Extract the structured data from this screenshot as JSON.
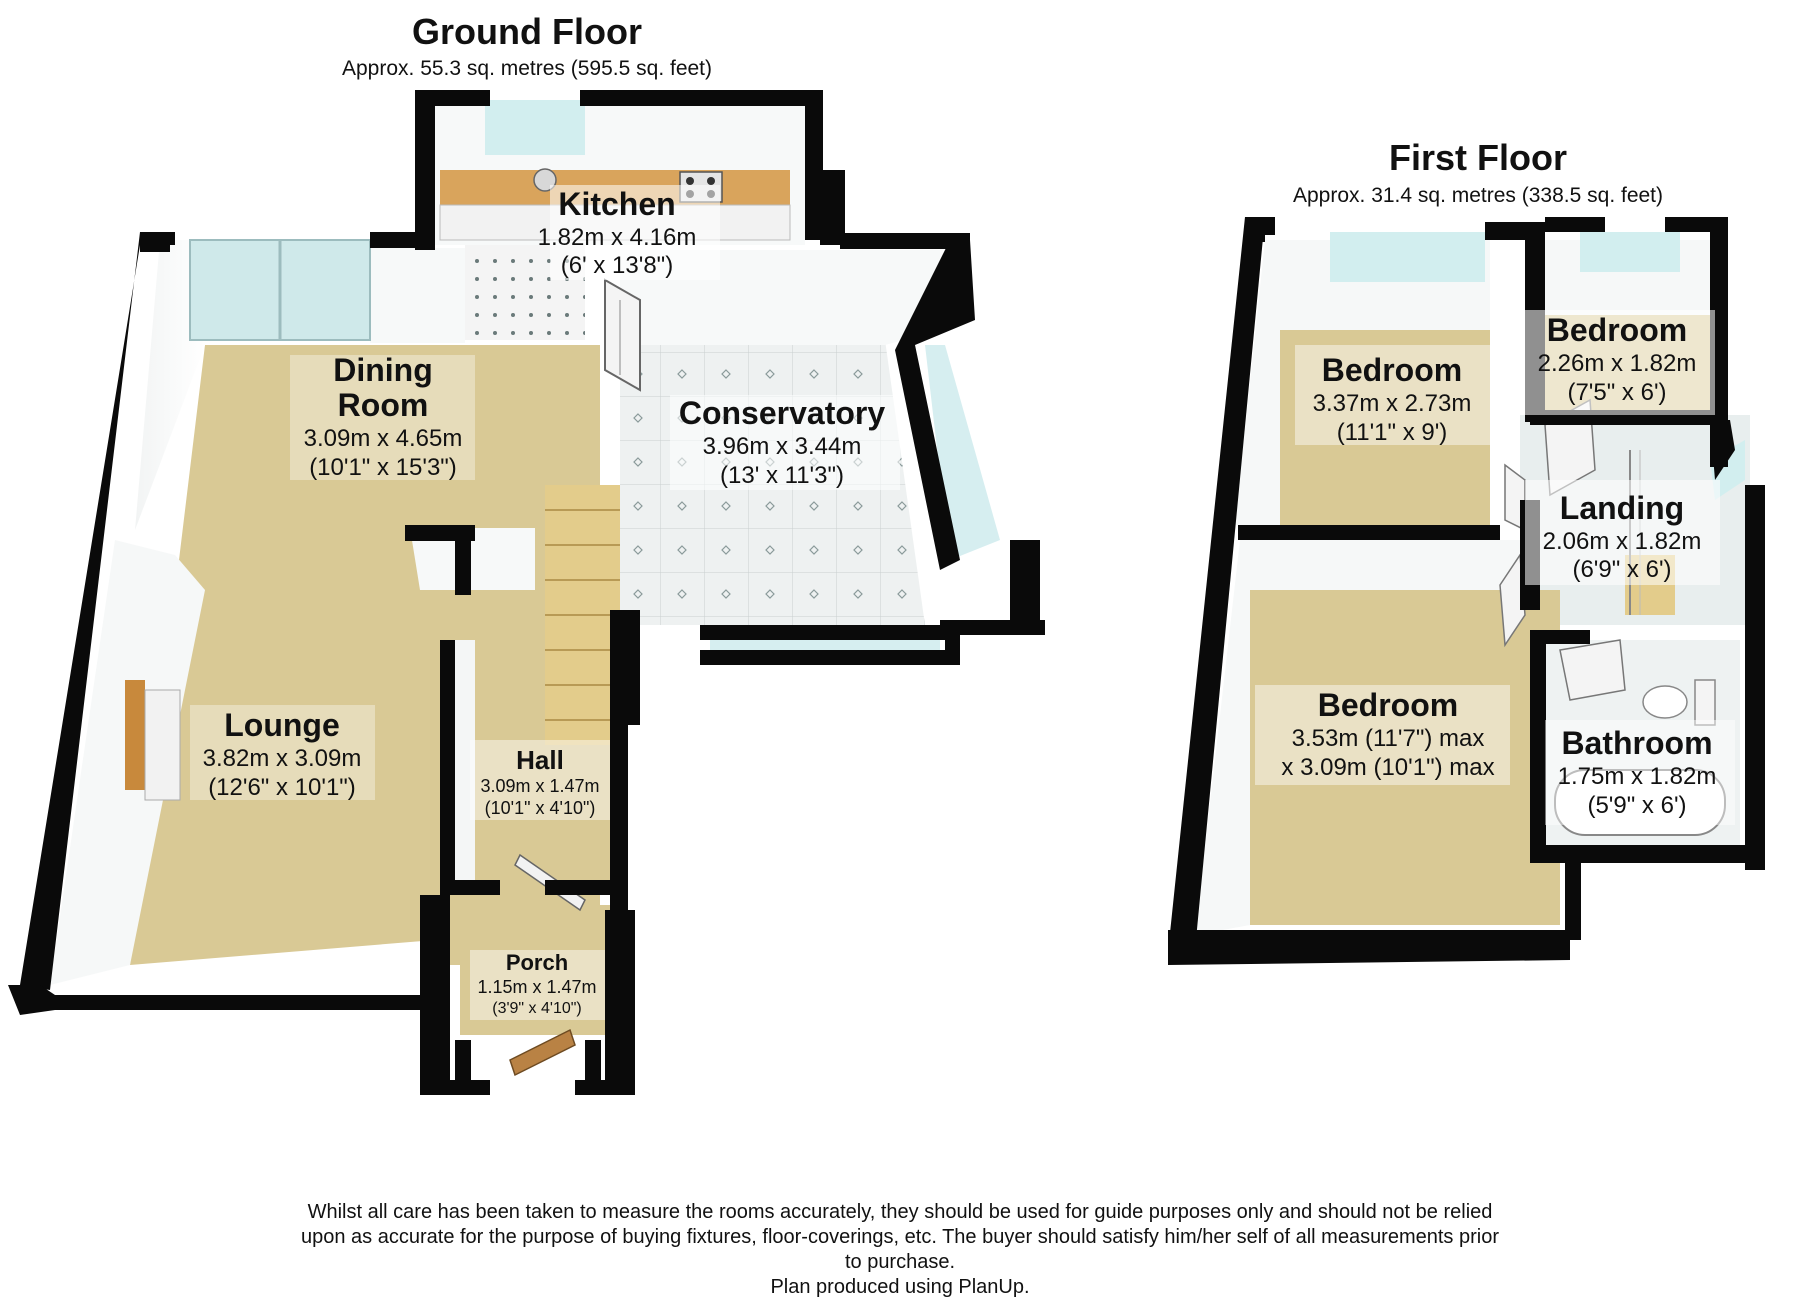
{
  "ground_floor": {
    "title": "Ground Floor",
    "area": "Approx. 55.3 sq. metres (595.5 sq. feet)",
    "rooms": {
      "kitchen": {
        "name": "Kitchen",
        "dim_m": "1.82m x 4.16m",
        "dim_ft": "(6' x 13'8\")"
      },
      "dining": {
        "name_1": "Dining",
        "name_2": "Room",
        "dim_m": "3.09m x 4.65m",
        "dim_ft": "(10'1\" x 15'3\")"
      },
      "conservatory": {
        "name": "Conservatory",
        "dim_m": "3.96m x 3.44m",
        "dim_ft": "(13' x 11'3\")"
      },
      "lounge": {
        "name": "Lounge",
        "dim_m": "3.82m x 3.09m",
        "dim_ft": "(12'6\" x 10'1\")"
      },
      "hall": {
        "name": "Hall",
        "dim_m": "3.09m x 1.47m",
        "dim_ft": "(10'1\" x 4'10\")"
      },
      "porch": {
        "name": "Porch",
        "dim_m": "1.15m x 1.47m",
        "dim_ft": "(3'9\" x 4'10\")"
      }
    }
  },
  "first_floor": {
    "title": "First Floor",
    "area": "Approx. 31.4 sq. metres (338.5 sq. feet)",
    "rooms": {
      "bedroom_1": {
        "name": "Bedroom",
        "dim_m": "3.37m x 2.73m",
        "dim_ft": "(11'1\" x 9')"
      },
      "bedroom_2": {
        "name": "Bedroom",
        "dim_m": "2.26m x 1.82m",
        "dim_ft": "(7'5\" x 6')"
      },
      "landing": {
        "name": "Landing",
        "dim_m": "2.06m x 1.82m",
        "dim_ft": "(6'9\" x 6')"
      },
      "bedroom_3": {
        "name": "Bedroom",
        "dim_m": "3.53m (11'7\") max",
        "dim_ft": "x 3.09m (10'1\") max"
      },
      "bathroom": {
        "name": "Bathroom",
        "dim_m": "1.75m x 1.82m",
        "dim_ft": "(5'9\" x 6')"
      }
    }
  },
  "disclaimer": {
    "line_1": "Whilst all care has been taken to measure the rooms accurately, they should be used for guide purposes only and should not be relied",
    "line_2": "upon as accurate for the purpose of buying fixtures, floor-coverings, etc. The buyer should satisfy him/her self of all measurements prior",
    "line_3": "to purchase.",
    "line_4": "Plan produced using PlanUp."
  },
  "colors": {
    "wall": "#0a0a0a",
    "carpet": "#d8c894",
    "tile": "#eef2f2",
    "window": "#cfeef0",
    "stairs": "#e2cb8a",
    "worktop": "#d9a45c"
  }
}
